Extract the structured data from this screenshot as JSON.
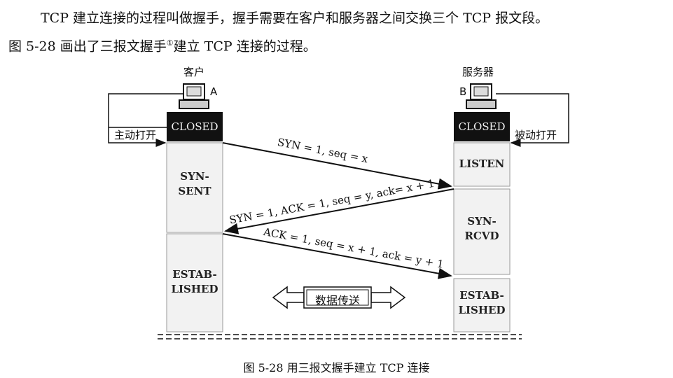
{
  "paragraph": {
    "line1": "TCP 建立连接的过程叫做握手，握手需要在客户和服务器之间交换三个 TCP 报文段。",
    "line2_prefix": "图 5-28 画出了三报文握手",
    "footnote_mark": "①",
    "line2_suffix": "建立 TCP 连接的过程。"
  },
  "client": {
    "title": "客户",
    "tag": "A",
    "action": "主动打开",
    "closed": "CLOSED",
    "states": [
      {
        "line1": "SYN-",
        "line2": "SENT"
      },
      {
        "line1": "ESTAB-",
        "line2": "LISHED"
      }
    ]
  },
  "server": {
    "title": "服务器",
    "tag": "B",
    "action": "被动打开",
    "closed": "CLOSED",
    "states": [
      {
        "line1": "LISTEN",
        "line2": ""
      },
      {
        "line1": "SYN-",
        "line2": "RCVD"
      },
      {
        "line1": "ESTAB-",
        "line2": "LISHED"
      }
    ]
  },
  "messages": [
    "SYN = 1, seq = x",
    "SYN = 1, ACK = 1, seq = y, ack= x + 1",
    "ACK = 1, seq = x + 1, ack = y + 1"
  ],
  "data_transfer": "数据传送",
  "caption": "图 5-28  用三报文握手建立 TCP 连接",
  "colors": {
    "closed_bg": "#111111",
    "state_bg": "#f2f2f2",
    "line": "#111111"
  }
}
